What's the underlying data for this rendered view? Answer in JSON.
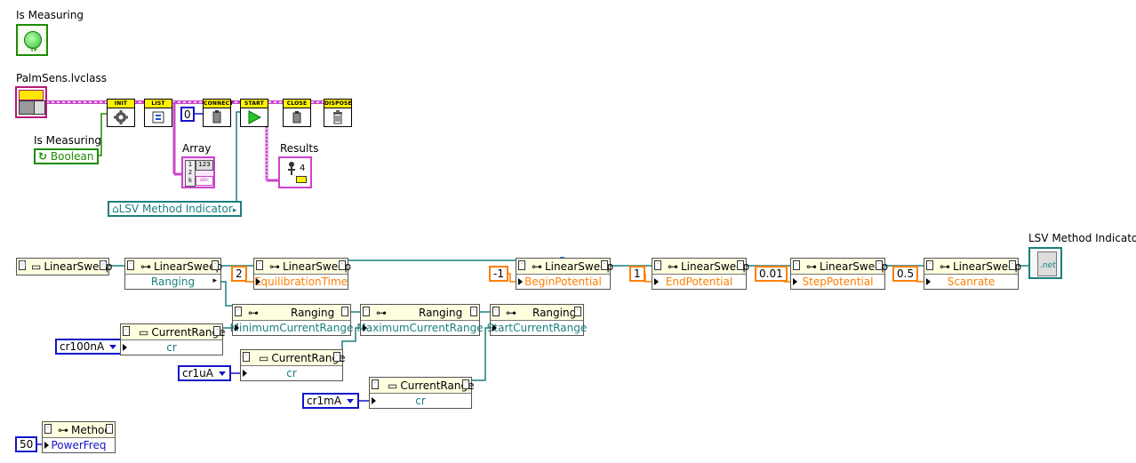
{
  "labels": {
    "is_measuring_top": "Is Measuring",
    "palmsens_class": "PalmSens.lvclass",
    "is_measuring_ctrl": "Is Measuring",
    "array": "Array",
    "results": "Results",
    "lsv_method_indicator_title": "LSV Method Indicator"
  },
  "controls": {
    "boolean": "Boolean",
    "lsv_method_indicator": "LSV Method Indicator"
  },
  "subvis": {
    "init": "INIT",
    "list": "LIST",
    "connect": "CONNECT",
    "start": "START",
    "close": "CLOSE",
    "dispose": "DISPOSE"
  },
  "constants": {
    "list_index": "0",
    "equilibration": "2",
    "begin_potential": "-1",
    "end_potential": "1",
    "step_potential": "0.01",
    "scanrate": "0.5",
    "cr100na": "cr100nA",
    "cr1ua": "cr1uA",
    "cr1ma": "cr1mA",
    "power_freq": "50",
    "results_index": "4"
  },
  "nodes": {
    "constructor": "LinearSweep",
    "p1_header": "LinearSweep",
    "p1_prop": "Ranging",
    "p2_header": "LinearSweep",
    "p2_prop": "EquilibrationTime",
    "p3_header": "LinearSweep",
    "p3_prop": "BeginPotential",
    "p4_header": "LinearSweep",
    "p4_prop": "EndPotential",
    "p5_header": "LinearSweep",
    "p5_prop": "StepPotential",
    "p6_header": "LinearSweep",
    "p6_prop": "Scanrate",
    "r1_header": "Ranging",
    "r1_prop": "MinimumCurrentRange",
    "r2_header": "Ranging",
    "r2_prop": "MaximumCurrentRange",
    "r3_header": "Ranging",
    "r3_prop": "StartCurrentRange",
    "cr1_header": "CurrentRange",
    "cr1_prop": "cr",
    "cr2_header": "CurrentRange",
    "cr2_prop": "cr",
    "cr3_header": "CurrentRange",
    "cr3_prop": "cr",
    "method_header": "Method",
    "method_prop": "PowerFreq"
  },
  "colors": {
    "class_wire": "#cc44cc",
    "ref_wire": "#1b7f7f",
    "int_wire": "#1414c8",
    "dbl_wire": "#ff7f00",
    "bool_wire": "#1f8a00",
    "subvi_header": "#fff200",
    "node_bg": "#ffffe0"
  },
  "icons": [
    "led-green-icon",
    "gear-icon",
    "list-icon",
    "connect-icon",
    "play-icon",
    "close-icon",
    "trash-icon",
    "array-icon",
    "cluster-icon",
    "dotnet-icon",
    "palmsens-class-icon",
    "reference-icon",
    "constructor-icon"
  ]
}
